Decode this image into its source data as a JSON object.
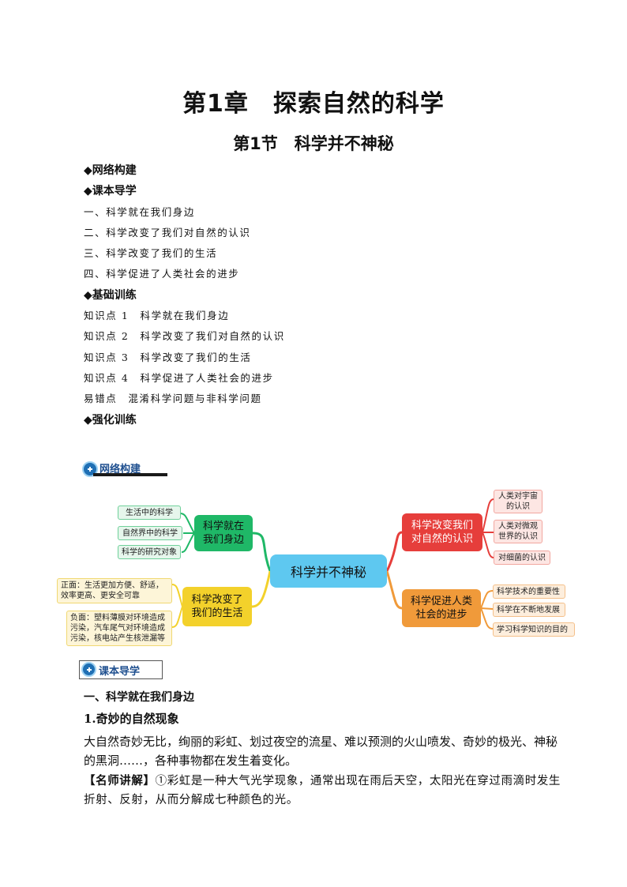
{
  "chapter_title": "第1章　探索自然的科学",
  "section_title": "第1节　科学并不神秘",
  "toc": [
    {
      "kind": "head",
      "text": "◆网络构建"
    },
    {
      "kind": "head",
      "text": "◆课本导学"
    },
    {
      "kind": "item",
      "text": "一、科学就在我们身边"
    },
    {
      "kind": "item",
      "text": "二、科学改变了我们对自然的认识"
    },
    {
      "kind": "item",
      "text": "三、科学改变了我们的生活"
    },
    {
      "kind": "item",
      "text": "四、科学促进了人类社会的进步"
    },
    {
      "kind": "head",
      "text": "◆基础训练"
    },
    {
      "kind": "item",
      "text": "知识点 1　科学就在我们身边"
    },
    {
      "kind": "item",
      "text": "知识点 2　科学改变了我们对自然的认识"
    },
    {
      "kind": "item",
      "text": "知识点 3　科学改变了我们的生活"
    },
    {
      "kind": "item",
      "text": "知识点 4　科学促进了人类社会的进步"
    },
    {
      "kind": "item",
      "text": "易错点　混淆科学问题与非科学问题"
    },
    {
      "kind": "head",
      "text": "◆强化训练"
    }
  ],
  "banner_network": "网络构建",
  "banner_textbook": "课本导学",
  "mindmap": {
    "center": "科学并不神秘",
    "branch_green": "科学就在我们身边",
    "green_leaves": [
      "生活中的科学",
      "自然界中的科学",
      "科学的研究对象"
    ],
    "branch_red": "科学改变我们对自然的认识",
    "red_leaves": [
      "人类对宇宙的认识",
      "人类对微观世界的认识",
      "对细菌的认识"
    ],
    "branch_yellow": "科学改变了我们的生活",
    "yellow_leaves": [
      "正面：生活更加方便、舒适，效率更高、更安全可靠",
      "负面：塑料薄膜对环境造成污染，汽车尾气对环境造成污染，核电站产生核泄漏等"
    ],
    "branch_orange": "科学促进人类社会的进步",
    "orange_leaves": [
      "科学技术的重要性",
      "科学在不断地发展",
      "学习科学知识的目的"
    ],
    "colors": {
      "center": "#5ec8f0",
      "green": "#1fb867",
      "red": "#e63e3b",
      "yellow": "#f3d12b",
      "orange": "#f09a3a"
    }
  },
  "content": {
    "heading1": "一、科学就在我们身边",
    "heading2": "1.奇妙的自然现象",
    "para1": "大自然奇妙无比，绚丽的彩虹、划过夜空的流星、难以预测的火山喷发、奇妙的极光、神秘的黑洞……，各种事物都在发生着变化。",
    "teacher_label": "【名师讲解】",
    "teacher_text": "①彩虹是一种大气光学现象，通常出现在雨后天空，太阳光在穿过雨滴时发生折射、反射，从而分解成七种颜色的光。"
  }
}
